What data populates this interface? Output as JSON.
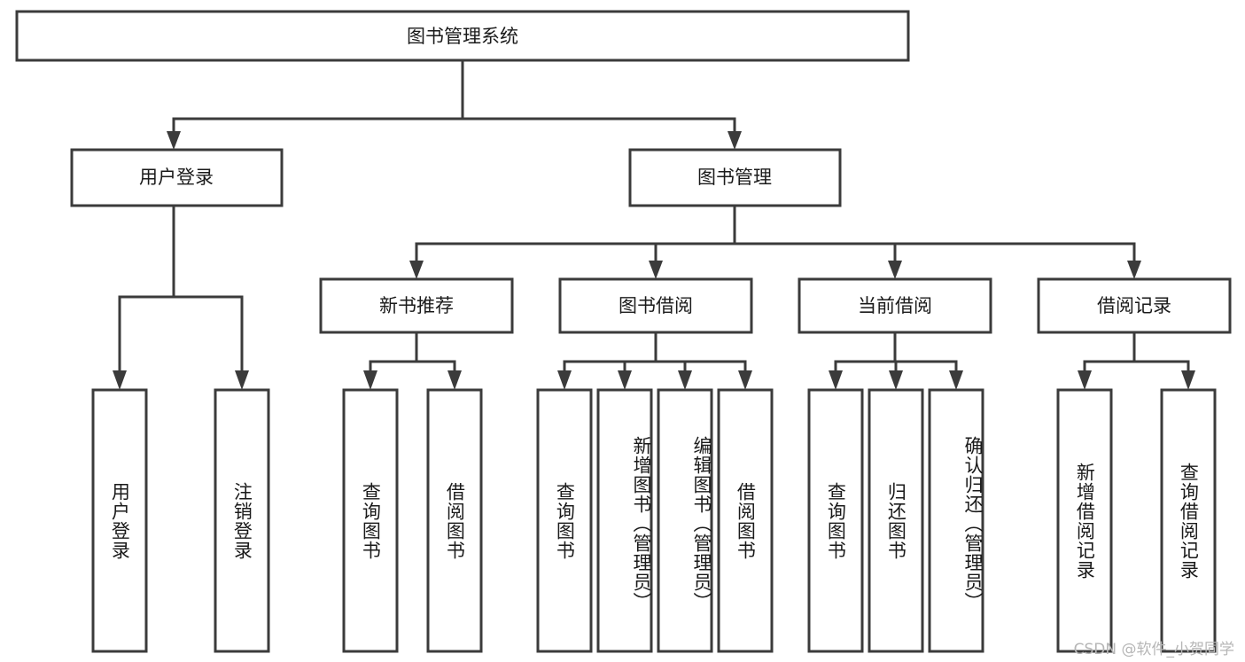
{
  "diagram": {
    "title": "图书管理系统",
    "type": "tree-hierarchy-diagram",
    "colors": {
      "stroke": "#3b3b3b",
      "fill": "#ffffff",
      "text": "#1a1a1a",
      "watermark": "#b6b6b6",
      "background": "#ffffff"
    },
    "root": {
      "label": "图书管理系统"
    },
    "level2": [
      {
        "label": "用户登录"
      },
      {
        "label": "图书管理"
      }
    ],
    "level3": [
      {
        "label": "新书推荐"
      },
      {
        "label": "图书借阅"
      },
      {
        "label": "当前借阅"
      },
      {
        "label": "借阅记录"
      }
    ],
    "leaves": {
      "user_login": [
        {
          "label": "用户登录"
        },
        {
          "label": "注销登录"
        }
      ],
      "new_book_recommend": [
        {
          "label": "查询图书"
        },
        {
          "label": "借阅图书"
        }
      ],
      "book_borrow": [
        {
          "label": "查询图书"
        },
        {
          "label": "新增图书（管理员）"
        },
        {
          "label": "编辑图书（管理员）"
        },
        {
          "label": "借阅图书"
        }
      ],
      "current_borrow": [
        {
          "label": "查询图书"
        },
        {
          "label": "归还图书"
        },
        {
          "label": "确认归还（管理员）"
        }
      ],
      "borrow_record": [
        {
          "label": "新增借阅记录"
        },
        {
          "label": "查询借阅记录"
        }
      ]
    }
  },
  "watermark": {
    "text": "CSDN @软件_小贺同学"
  }
}
